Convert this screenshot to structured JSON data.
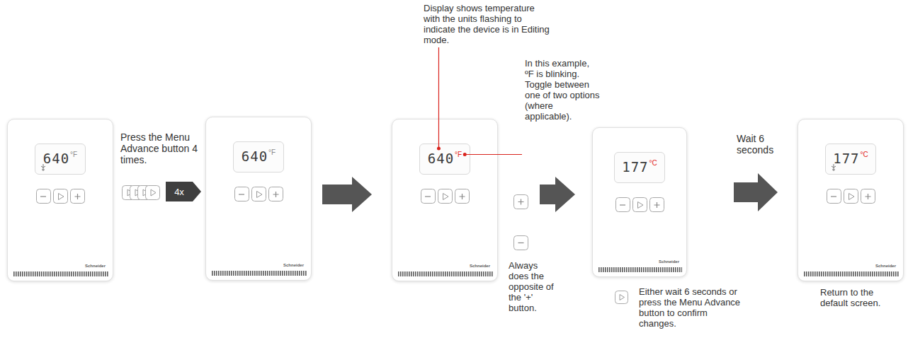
{
  "diagram": {
    "nodes": [
      {
        "text": [
          "640",
          "°F",
          "Schneider"
        ]
      },
      {
        "text": [
          "640",
          "°F",
          "Schneider"
        ]
      },
      {
        "text": [
          "640",
          "°F",
          "Schneider"
        ]
      },
      {
        "text": [
          "177",
          "°C",
          "Schneider"
        ]
      },
      {
        "text": [
          "177",
          "°C",
          "Schneider"
        ]
      }
    ],
    "edges": [
      {
        "from": 0,
        "to": 1,
        "arrow": "to",
        "label": "4x"
      },
      {
        "from": 1,
        "to": 2,
        "arrow": "to"
      },
      {
        "from": 2,
        "to": 3,
        "arrow": "to"
      },
      {
        "from": 3,
        "to": 4,
        "arrow": "to",
        "label": "Wait 6 seconds"
      }
    ],
    "labels": [
      "Press the Menu Advance button 4 times.",
      "Display shows temperature with the units flashing to indicate the device is in Editing mode.",
      "In this example, ºF is blinking. Toggle between one of two options (where applicable).",
      "Always does the opposite of the '+' button.",
      "Either wait 6 seconds or press the Menu Advance button to confirm changes.",
      "Return to the default screen."
    ]
  }
}
